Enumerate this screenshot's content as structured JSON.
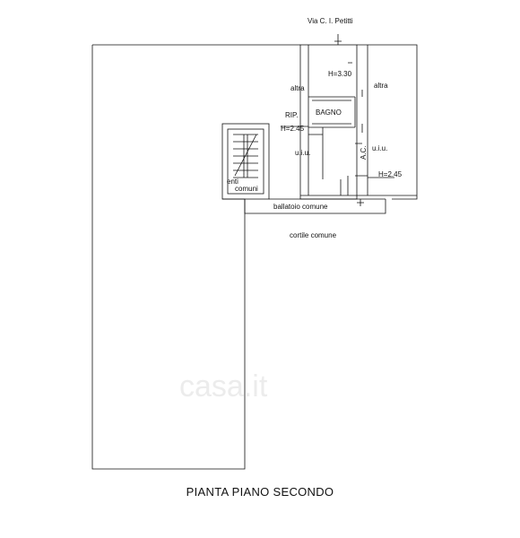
{
  "street": "Via C. I. Petitti",
  "rooms": {
    "altra_left": "altra",
    "altra_right": "altra",
    "height_main": "H=3.30",
    "bagno": "BAGNO",
    "rip": "RIP.",
    "height_rip": "H=2.45",
    "uiu_left": "u.i.u.",
    "uiu_right": "u.i.u.",
    "ac": "A.C.",
    "height_ac": "H=2.45",
    "enti": "enti",
    "comuni": "comuni",
    "ballatoio": "ballatoio comune",
    "cortile": "cortile comune"
  },
  "title": "PIANTA PIANO SECONDO",
  "watermark": "casa.it",
  "colors": {
    "line": "#111111",
    "watermark": "#969696"
  }
}
